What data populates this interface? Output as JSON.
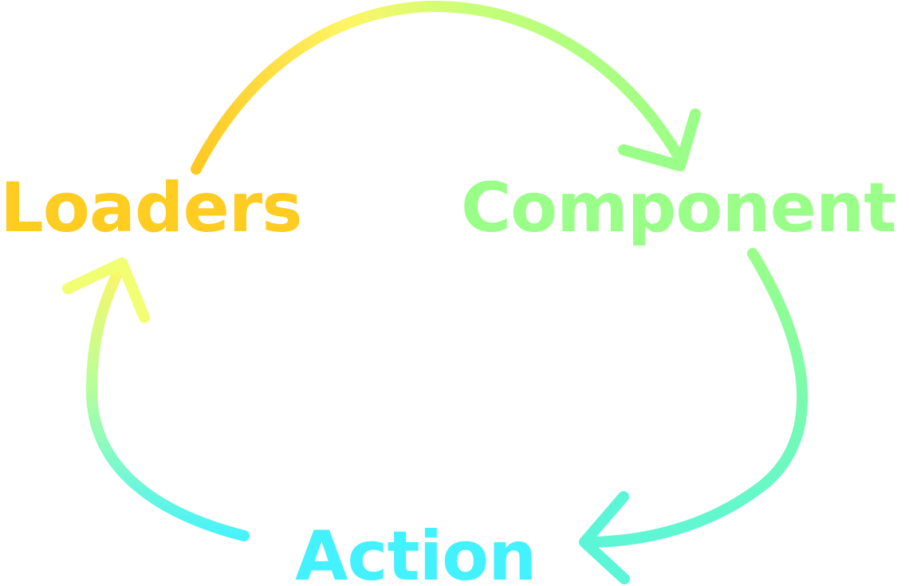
{
  "diagram": {
    "type": "cycle",
    "nodes": [
      {
        "id": "loaders",
        "label": "Loaders",
        "color": "#FFCC22"
      },
      {
        "id": "component",
        "label": "Component",
        "color": "#99FF88"
      },
      {
        "id": "action",
        "label": "Action",
        "color": "#44F2FF"
      }
    ],
    "edges": [
      {
        "from": "loaders",
        "to": "component"
      },
      {
        "from": "component",
        "to": "action"
      },
      {
        "from": "action",
        "to": "loaders"
      }
    ],
    "colors": {
      "yellow": "#FFF566",
      "orange": "#FFC822",
      "green": "#99FF88",
      "cyan": "#44F2FF"
    }
  }
}
